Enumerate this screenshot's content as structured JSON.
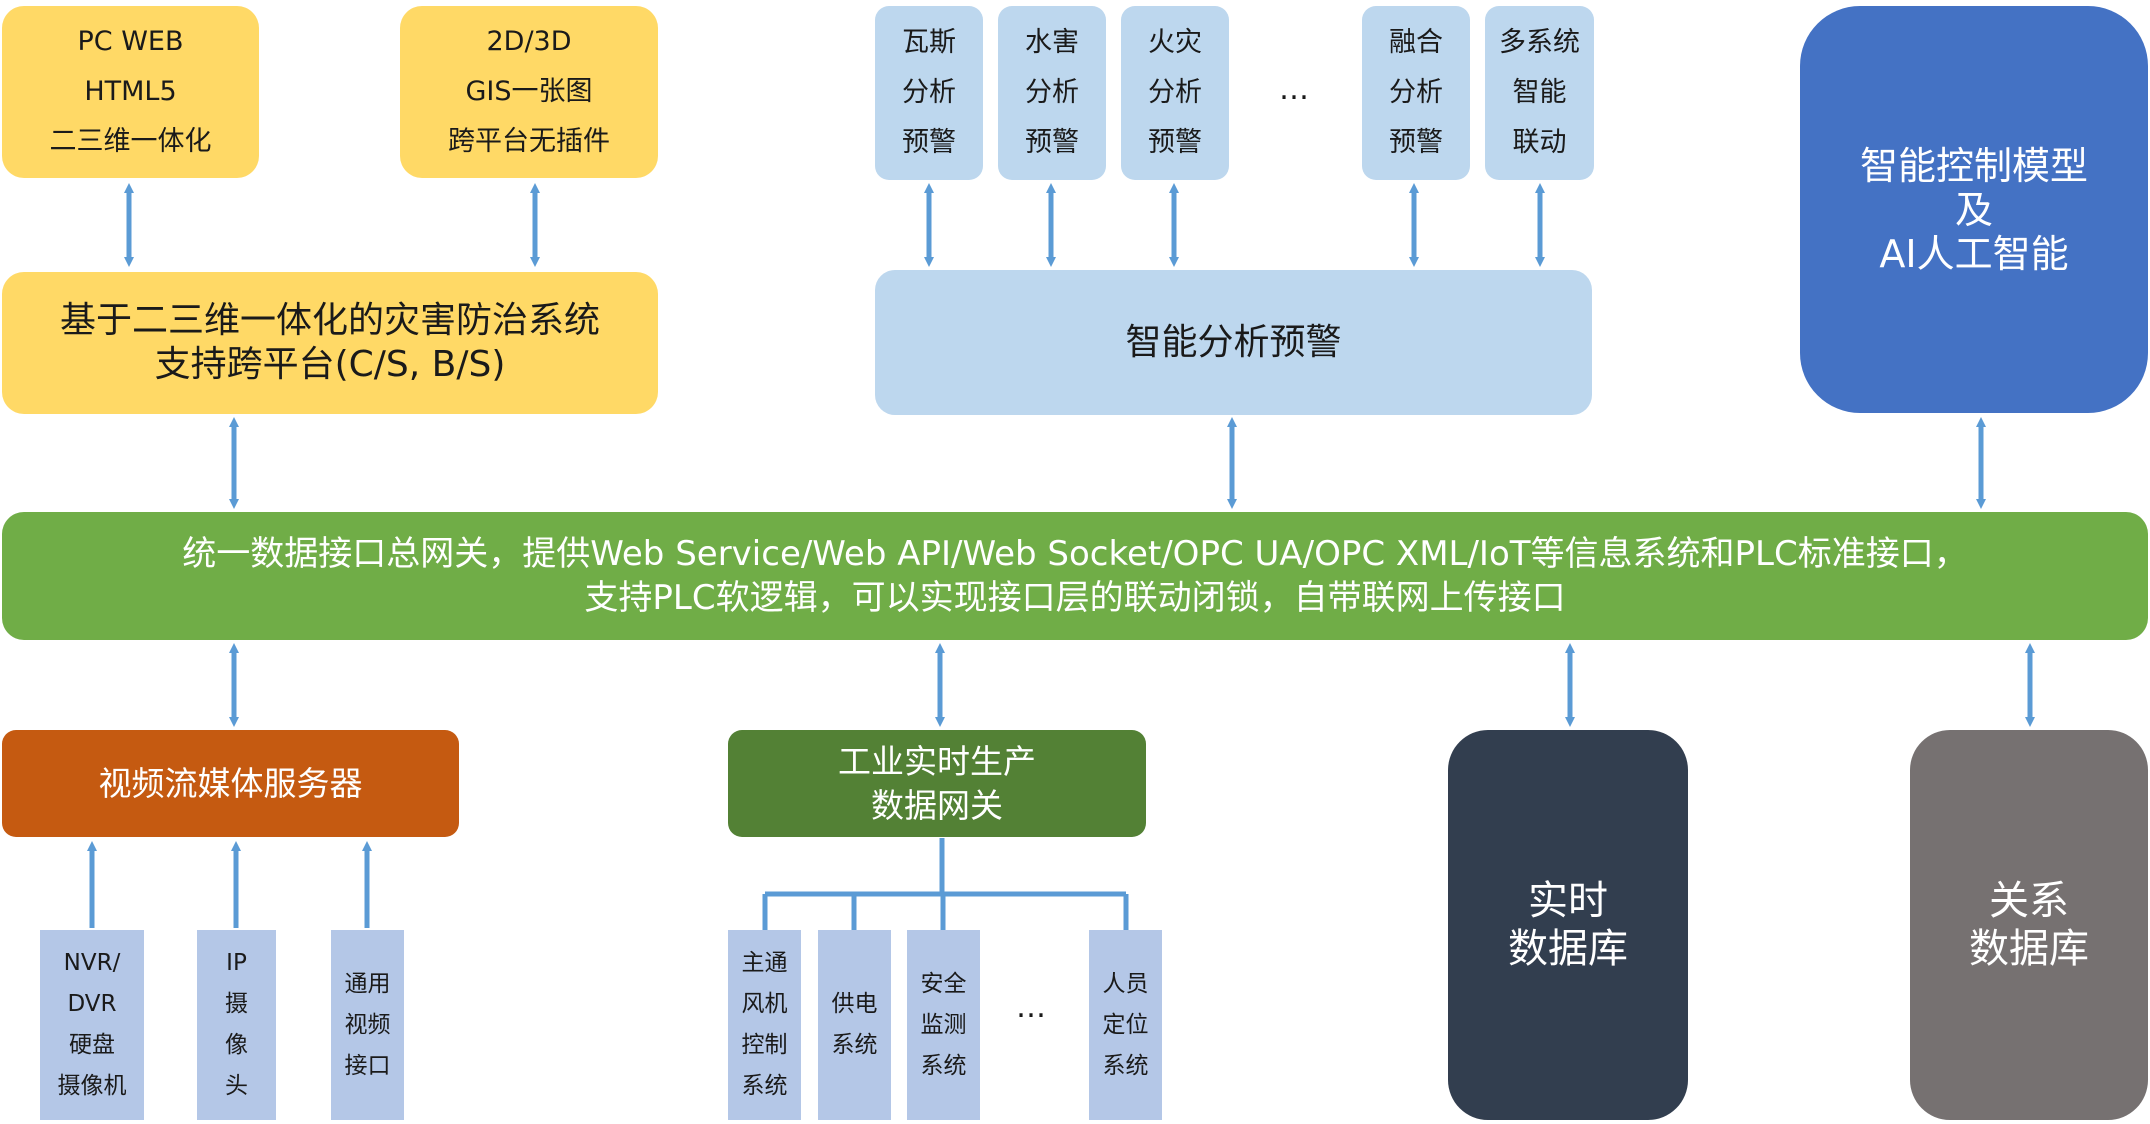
{
  "top_left_box": {
    "lines": [
      "PC WEB",
      "HTML5",
      "二三维一体化"
    ]
  },
  "top_gis_box": {
    "lines": [
      "2D/3D",
      "GIS一张图",
      "跨平台无插件"
    ]
  },
  "system_box": {
    "lines": [
      "基于二三维一体化的灾害防治系统",
      "支持跨平台(C/S, B/S)"
    ]
  },
  "warning_items": [
    {
      "lines": [
        "瓦斯",
        "分析",
        "预警"
      ]
    },
    {
      "lines": [
        "水害",
        "分析",
        "预警"
      ]
    },
    {
      "lines": [
        "火灾",
        "分析",
        "预警"
      ]
    },
    {
      "lines": [
        "融合",
        "分析",
        "预警"
      ]
    },
    {
      "lines": [
        "多系统",
        "智能",
        "联动"
      ]
    }
  ],
  "warning_ellipsis": "…",
  "analysis_box": {
    "label": "智能分析预警"
  },
  "ai_box": {
    "lines": [
      "智能控制模型",
      "及",
      "AI人工智能"
    ]
  },
  "gateway_bar": {
    "lines": [
      "统一数据接口总网关，提供Web Service/Web API/Web Socket/OPC UA/OPC XML/IoT等信息系统和PLC标准接口，",
      "支持PLC软逻辑，可以实现接口层的联动闭锁，自带联网上传接口"
    ]
  },
  "video_server": {
    "label": "视频流媒体服务器"
  },
  "video_sources": [
    {
      "lines": [
        "NVR/",
        "DVR",
        "硬盘",
        "摄像机"
      ]
    },
    {
      "lines": [
        "IP",
        "摄",
        "像",
        "头"
      ]
    },
    {
      "lines": [
        "通用",
        "视频",
        "接口"
      ]
    }
  ],
  "industrial_gateway": {
    "lines": [
      "工业实时生产",
      "数据网关"
    ]
  },
  "industrial_systems": [
    {
      "lines": [
        "主通",
        "风机",
        "控制",
        "系统"
      ]
    },
    {
      "lines": [
        "供电",
        "系统"
      ]
    },
    {
      "lines": [
        "安全",
        "监测",
        "系统"
      ]
    },
    {
      "lines": [
        "人员",
        "定位",
        "系统"
      ]
    }
  ],
  "industrial_ellipsis": "…",
  "realtime_db": {
    "lines": [
      "实时",
      "数据库"
    ]
  },
  "relational_db": {
    "lines": [
      "关系",
      "数据库"
    ]
  },
  "colors": {
    "yellow": "#ffd966",
    "light_blue": "#bdd7ee",
    "ai_blue": "#4472c4",
    "gateway_green": "#70ad47",
    "video_orange": "#c55a11",
    "industrial_green": "#538135",
    "realtime_navy": "#323e4f",
    "relational_gray": "#767171",
    "source_blue": "#b4c7e7",
    "arrow_blue": "#5b9bd5"
  }
}
